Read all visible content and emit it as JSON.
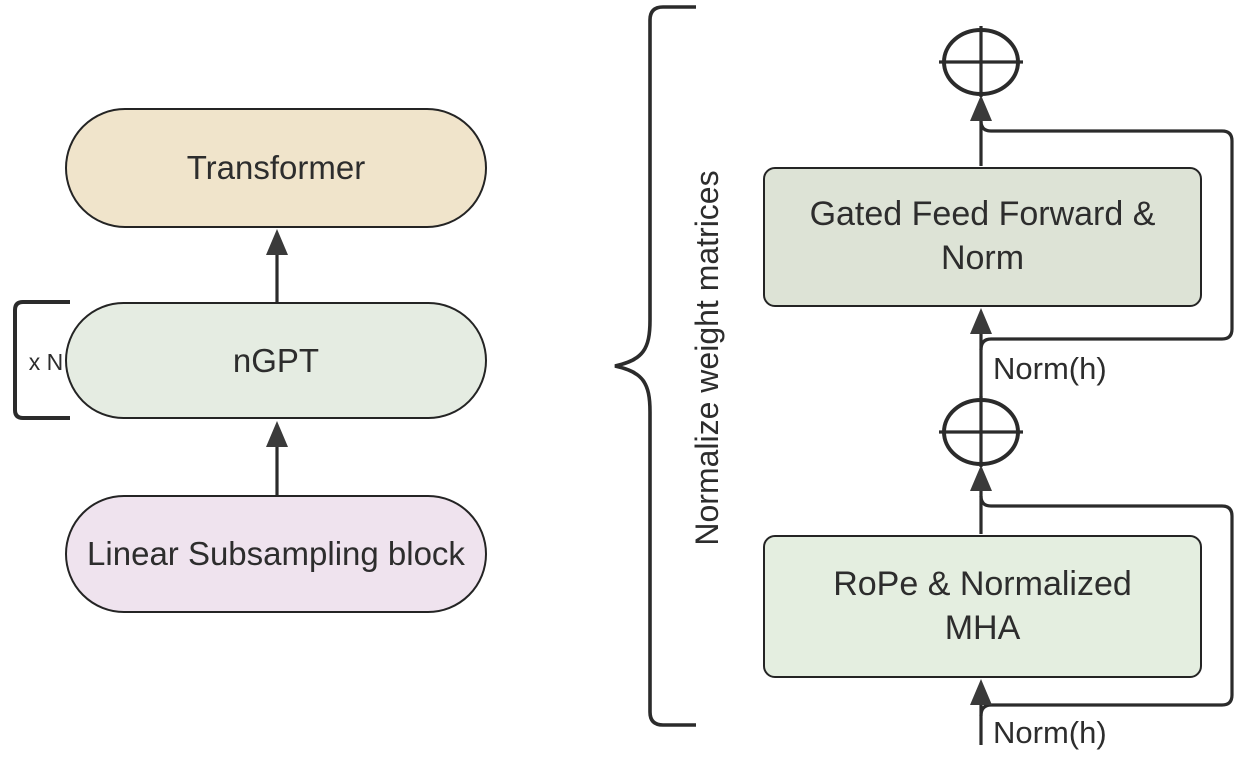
{
  "left_flow": {
    "repeat_label": "x N",
    "boxes": [
      {
        "label": "Transformer",
        "fill": "#f0e4cb"
      },
      {
        "label": "nGPT",
        "fill": "#e5ece2"
      },
      {
        "label": "Linear Subsampling block",
        "fill": "#efe3ee"
      }
    ]
  },
  "annotation": {
    "brace_label": "Normalize weight matrices"
  },
  "detail_flow": {
    "blocks": [
      {
        "label": "Gated Feed Forward & Norm",
        "fill": "#dde3d6"
      },
      {
        "label": "RoPe & Normalized MHA",
        "fill": "#e4eee0"
      }
    ],
    "norm_labels": [
      "Norm(h)",
      "Norm(h)"
    ],
    "add_icon": "circled-plus"
  },
  "colors": {
    "background": "#ffffff",
    "stroke": "#2b2b2b",
    "node_border": "#242424",
    "text": "#2d2d2d",
    "plus_fill": "#e3e3dd",
    "arrowhead": "#3a3a3a"
  }
}
